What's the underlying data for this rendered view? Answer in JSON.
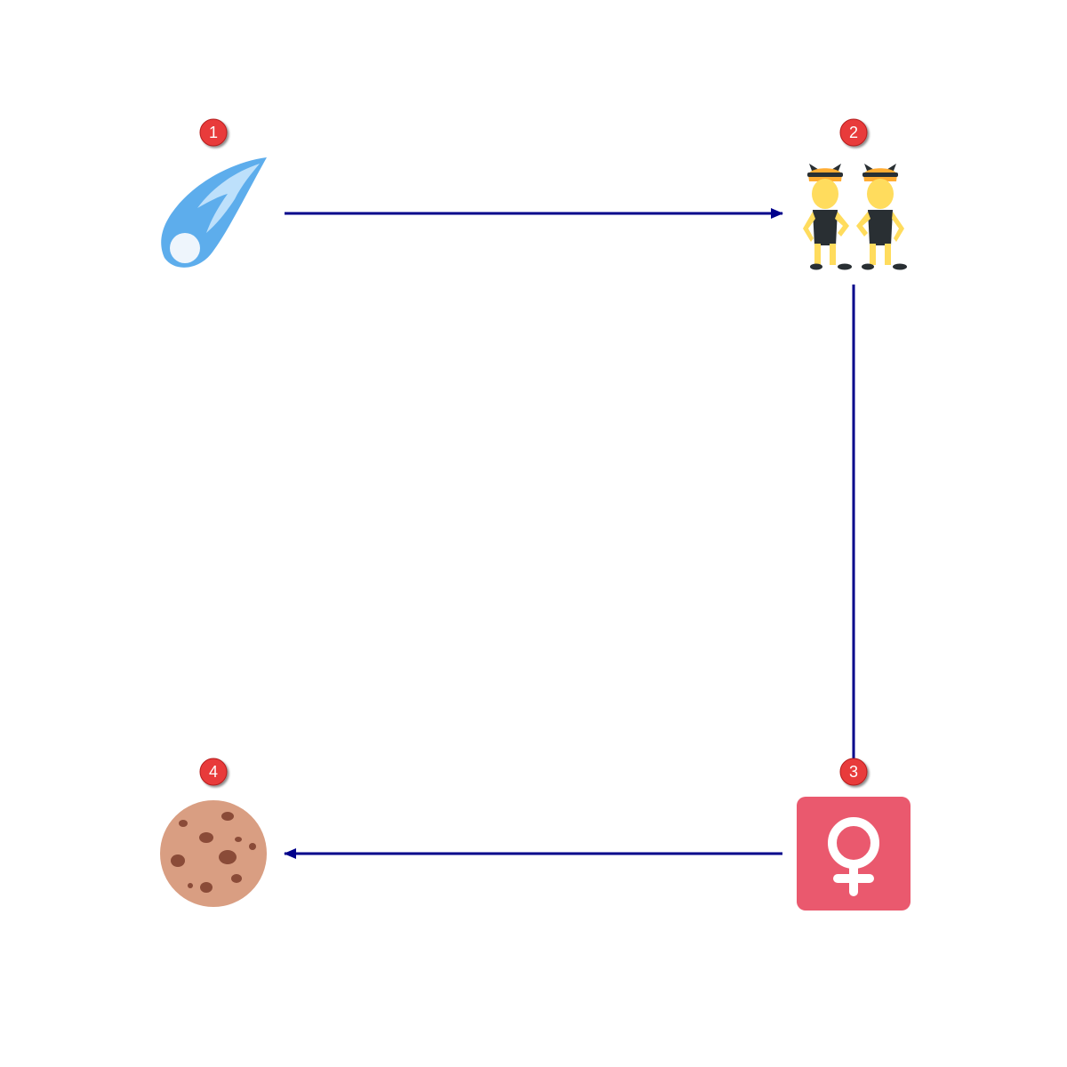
{
  "colors": {
    "background": "#ffffff",
    "edge": "#00008b",
    "badge_fill": "#e83b3b",
    "badge_stroke": "#b51f1f"
  },
  "nodes": [
    {
      "id": "n1",
      "badge": "1",
      "icon": "comet-icon"
    },
    {
      "id": "n2",
      "badge": "2",
      "icon": "women-with-bunny-ears-icon"
    },
    {
      "id": "n3",
      "badge": "3",
      "icon": "female-sign-icon"
    },
    {
      "id": "n4",
      "badge": "4",
      "icon": "cookie-icon"
    }
  ],
  "edges": [
    {
      "from": "n1",
      "to": "n2"
    },
    {
      "from": "n2",
      "to": "n3"
    },
    {
      "from": "n3",
      "to": "n4"
    }
  ]
}
